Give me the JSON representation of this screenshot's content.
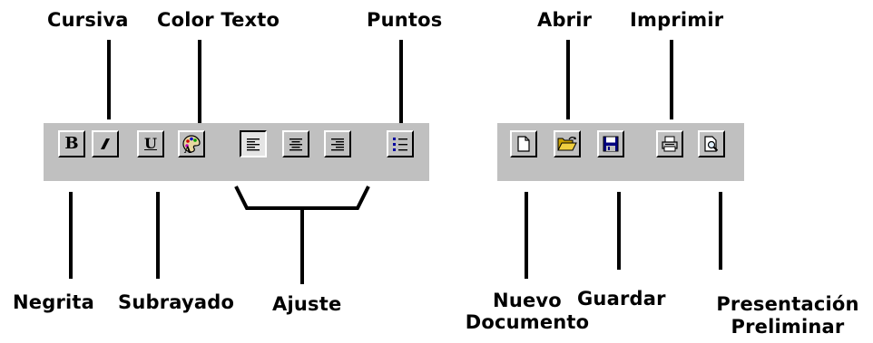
{
  "labels": {
    "cursiva": "Cursiva",
    "color_texto": "Color Texto",
    "puntos": "Puntos",
    "abrir": "Abrir",
    "imprimir": "Imprimir",
    "negrita": "Negrita",
    "subrayado": "Subrayado",
    "ajuste": "Ajuste",
    "nuevo_documento_1": "Nuevo",
    "nuevo_documento_2": "Documento",
    "guardar": "Guardar",
    "presentacion_1": "Presentación",
    "presentacion_2": "Preliminar"
  },
  "buttons": {
    "bold": "B",
    "underline": "U"
  },
  "icons": {
    "bold": "bold-icon",
    "italic": "italic-icon",
    "underline": "underline-icon",
    "font_color": "palette-icon",
    "align_left": "align-left-icon",
    "align_center": "align-center-icon",
    "align_right": "align-right-icon",
    "bullets": "bullet-list-icon",
    "new": "new-document-icon",
    "open": "open-folder-icon",
    "save": "floppy-disk-icon",
    "print": "printer-icon",
    "preview": "print-preview-icon"
  },
  "colors": {
    "toolbar": "#c0c0c0",
    "text": "#000000",
    "bullet_blue": "#0000a0",
    "folder_yellow": "#c8a000",
    "disk_dark": "#000080"
  }
}
